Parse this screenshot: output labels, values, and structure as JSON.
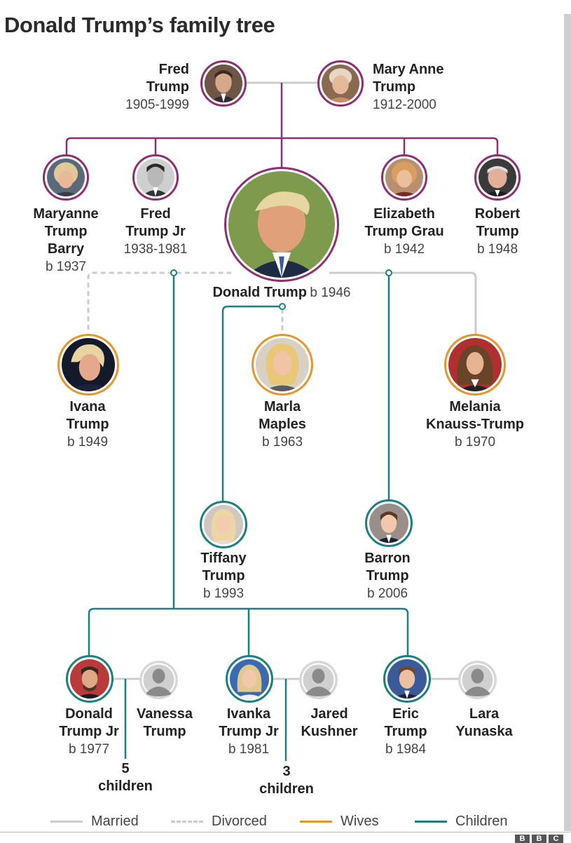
{
  "title": "Donald Trump’s family tree",
  "colors": {
    "married": "#cccccc",
    "divorced": "#cccccc",
    "wives": "#e6952a",
    "children": "#1b7f7f",
    "parents_line": "#8e2e72",
    "parent_ring": "#8e2e72"
  },
  "people": {
    "fred_trump": {
      "name_lines": [
        "Fred",
        "Trump"
      ],
      "dates": "1905-1999"
    },
    "mary_anne_trump": {
      "name_lines": [
        "Mary Anne",
        "Trump"
      ],
      "dates": "1912-2000"
    },
    "maryanne_trump_barry": {
      "name_lines": [
        "Maryanne",
        "Trump",
        "Barry"
      ],
      "dates": "b 1937"
    },
    "fred_trump_jr": {
      "name_lines": [
        "Fred",
        "Trump Jr"
      ],
      "dates": "1938-1981"
    },
    "donald_trump": {
      "name": "Donald Trump",
      "dates": "b 1946"
    },
    "elizabeth_trump_grau": {
      "name_lines": [
        "Elizabeth",
        "Trump Grau"
      ],
      "dates": "b 1942"
    },
    "robert_trump": {
      "name_lines": [
        "Robert",
        "Trump"
      ],
      "dates": "b 1948"
    },
    "ivana_trump": {
      "name_lines": [
        "Ivana",
        "Trump"
      ],
      "dates": "b 1949"
    },
    "marla_maples": {
      "name_lines": [
        "Marla",
        "Maples"
      ],
      "dates": "b 1963"
    },
    "melania_knauss_trump": {
      "name_lines": [
        "Melania",
        "Knauss-Trump"
      ],
      "dates": "b 1970"
    },
    "tiffany_trump": {
      "name_lines": [
        "Tiffany",
        "Trump"
      ],
      "dates": "b 1993"
    },
    "barron_trump": {
      "name_lines": [
        "Barron",
        "Trump"
      ],
      "dates": "b 2006"
    },
    "donald_trump_jr": {
      "name_lines": [
        "Donald",
        "Trump Jr"
      ],
      "dates": "b 1977"
    },
    "vanessa_trump": {
      "name_lines": [
        "Vanessa",
        "Trump"
      ]
    },
    "ivanka_trump": {
      "name_lines": [
        "Ivanka",
        "Trump Jr"
      ],
      "dates": "b 1981"
    },
    "jared_kushner": {
      "name_lines": [
        "Jared",
        "Kushner"
      ]
    },
    "eric_trump": {
      "name_lines": [
        "Eric",
        "Trump"
      ],
      "dates": "b 1984"
    },
    "lara_yunaska": {
      "name_lines": [
        "Lara",
        "Yunaska"
      ]
    }
  },
  "children_counts": {
    "donald_jr": {
      "count": "5",
      "label": "children"
    },
    "ivanka": {
      "count": "3",
      "label": "children"
    }
  },
  "legend": {
    "married": "Married",
    "divorced": "Divorced",
    "wives": "Wives",
    "children": "Children"
  },
  "logo": [
    "B",
    "B",
    "C"
  ]
}
